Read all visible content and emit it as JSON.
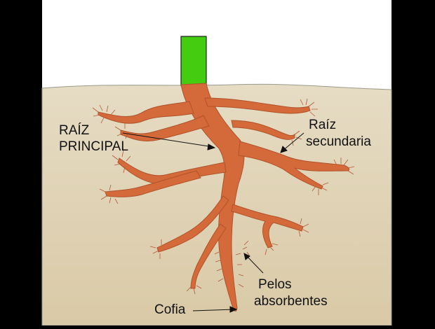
{
  "labels": {
    "main_root": [
      "RAÍZ",
      "PRINCIPAL"
    ],
    "secondary_root": [
      "Raíz",
      "secundaria"
    ],
    "root_hairs": [
      "Pelos",
      "absorbentes"
    ],
    "root_cap": "Cofia"
  },
  "colors": {
    "sky": "#ffffff",
    "soil": "#ddd0b2",
    "root": "#d4693a",
    "root_outline": "#a0461f",
    "stem": "#44cc11",
    "hair": "#b05a38",
    "frame": "#000000"
  }
}
